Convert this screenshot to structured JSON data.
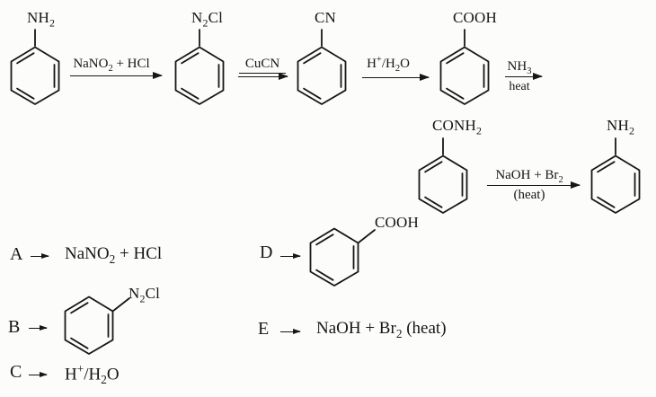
{
  "colors": {
    "ink": "#161616",
    "paper": "#fcfcfb"
  },
  "scheme": {
    "molecules": {
      "aniline_start": {
        "label": "NH~2~"
      },
      "diazonium": {
        "label": "N~2~Cl"
      },
      "benzonitrile": {
        "label": "CN"
      },
      "benzoic_acid": {
        "label": "COOH"
      },
      "benzamide": {
        "label": "CONH~2~"
      },
      "aniline_product": {
        "label": "NH~2~"
      }
    },
    "steps": {
      "s1": {
        "above": "NaNO~2~ + HCl"
      },
      "s2": {
        "above": "CuCN"
      },
      "s3": {
        "above": "H^+^/H~2~O"
      },
      "s4": {
        "above": "NH~3~",
        "below": "heat"
      },
      "s5": {
        "above": "NaOH + Br~2~",
        "below": "(heat)"
      }
    }
  },
  "options": {
    "a": {
      "letter": "A",
      "text": "NaNO~2~ + HCl"
    },
    "b": {
      "letter": "B",
      "mol_label": "N~2~Cl"
    },
    "c": {
      "letter": "C",
      "text": "H^+^/H~2~O"
    },
    "d": {
      "letter": "D",
      "mol_label": "COOH"
    },
    "e": {
      "letter": "E",
      "text": "NaOH + Br~2~ (heat)"
    }
  }
}
